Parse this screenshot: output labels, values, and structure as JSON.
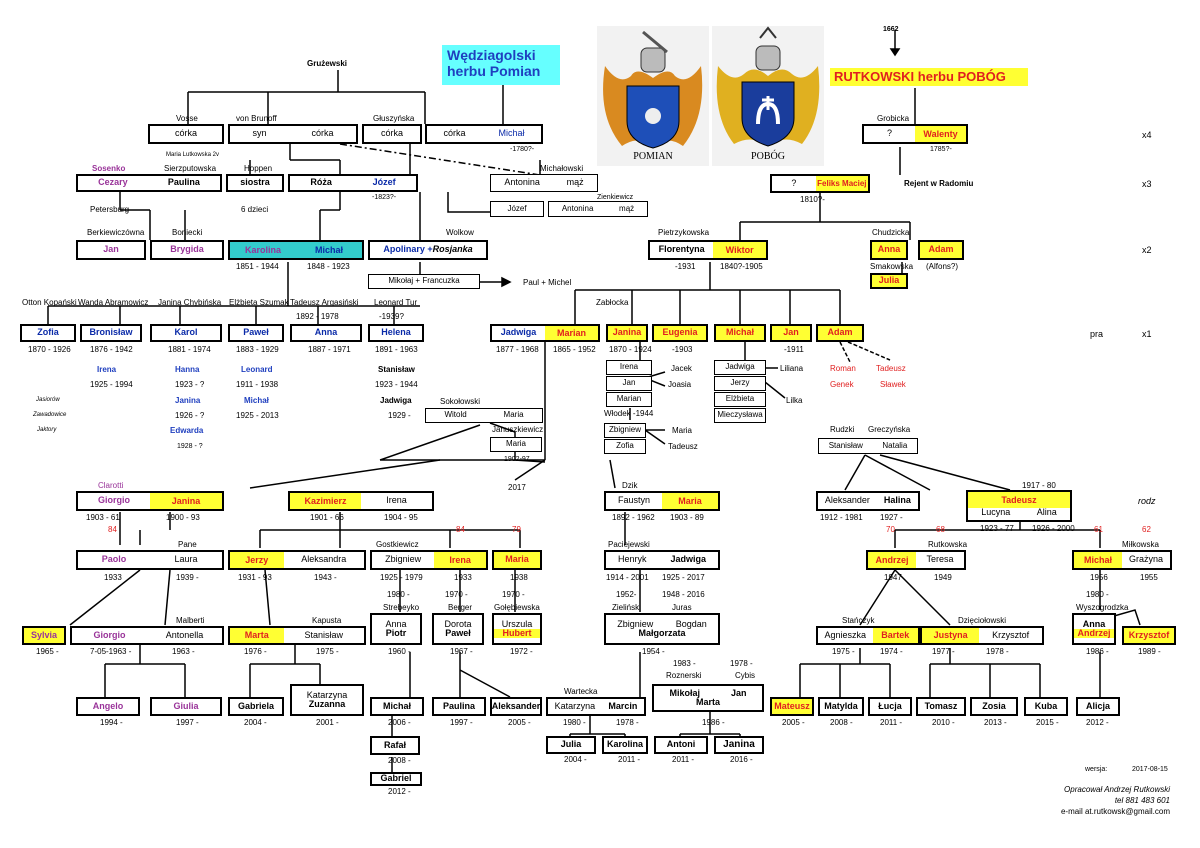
{
  "titles": {
    "wedziagolski": "Wędziagolski herbu Pomian",
    "rutkowski": "RUTKOWSKI herbu POBÓG",
    "year1662": "1662",
    "gruzewski": "Grużewski"
  },
  "crests": {
    "pomian": "POMIAN",
    "pobog": "POBÓG"
  },
  "gen_markers": {
    "x4": "x4",
    "x3": "x3",
    "x2": "x2",
    "x1": "x1",
    "pra": "pra",
    "rodz": "rodz"
  },
  "labels": {
    "vosse": "Vosse",
    "vonbrunoff": "von Brunoff",
    "gluszynska": "Głuszyńska",
    "d1780": "-1780?-",
    "marialutkowska": "Maria Lutkowska 2v",
    "sosenko": "Sosenko",
    "sierzputowska": "Sierzputowska",
    "hoppen": "Hoppen",
    "michalowski": "Michałowski",
    "d1823": "-1823?-",
    "zienkiewicz": "Zienkiewicz",
    "petersburg": "Petersburg",
    "dzieci6": "6 dzieci",
    "berkiewiczowna": "Berkiewiczówna",
    "boniecki": "Boniecki",
    "wolkow": "Wolkow",
    "d1851": "1851 - 1944",
    "d1848": "1848 - 1923",
    "paulmichel": "Paul + Michel",
    "grobicka": "Grobicka",
    "d1785": "1785?-",
    "rejent": "Rejent w Radomiu",
    "d1810": "1810?-",
    "pietrzykowska": "Pietrzykowska",
    "chudzicka": "Chudzicka",
    "smakowska": "Smakowska",
    "alfons": "(Alfons?)",
    "d1931": "-1931",
    "d1840": "1840?-1905",
    "otton": "Otton Kopański",
    "wanda": "Wanda Abramowicz",
    "janina_ch": "Janina Chybińska",
    "elzbieta_sz": "Elżbieta Szumak",
    "tadeusz_ar": "Tadeusz Argasiński",
    "leonard_tur": "Leonard Tur",
    "zablocka": "Zabłocka",
    "d1892": "1892 - 1978",
    "d1939": "-1939?",
    "d1870a": "1870 - 1926",
    "d1876": "1876 - 1942",
    "d1881": "1881 - 1974",
    "d1883": "1883 - 1929",
    "d1887": "1887 - 1971",
    "d1891": "1891 - 1963",
    "d1877": "1877 - 1968",
    "d1865": "1865 - 1952",
    "d1870b": "1870 - 1924",
    "d1903a": "-1903",
    "d1911": "-1911",
    "irena_b": "Irena",
    "d1925": "1925 - 1994",
    "hanna_k": "Hanna",
    "d1923": "1923 - ?",
    "janina_k": "Janina",
    "d1926": "1926 - ?",
    "edwarda": "Edwarda",
    "d1928": "1928 - ?",
    "leonard_p": "Leonard",
    "d1911b": "1911 - 1938",
    "michal_p": "Michał",
    "d1925b": "1925 - 2013",
    "stanislaw_h": "Stanisław",
    "d1923b": "1923 - 1944",
    "jadwiga_h": "Jadwiga",
    "d1929": "1929 -",
    "jasiorow": "Jasiorów",
    "zawadowice": "Zawadowice",
    "jaktory": "Jaktory",
    "sokolowski": "Sokołowski",
    "januszkiewicz": "Januszkiewicz",
    "d1902": "1902-97",
    "wlodek": "Włodek -1944",
    "jacek": "Jacek",
    "joasia": "Joasia",
    "maria_z": "Maria",
    "tadeusz_z": "Tadeusz",
    "liliana": "Liliana",
    "lilka": "Lilka",
    "roman": "Roman",
    "tadeusz_r": "Tadeusz",
    "genek": "Genek",
    "slawek": "Sławek",
    "rudzki": "Rudzki",
    "greczynska": "Greczyńska",
    "clarotti": "Clarotti",
    "y2017": "2017",
    "dzik": "Dzik",
    "d1917": "1917 - 80",
    "d1903b": "1903 - 61",
    "d1900": "1900 - 93",
    "d1901": "1901 - 66",
    "d1904": "1904 - 95",
    "d1892b": "1892 - 1962",
    "d1903c": "1903 - 89",
    "d1912": "1912 - 1981",
    "d1927": "1927 -",
    "d1923c": "1923 - 77",
    "d1926b": "1926 - 2000",
    "n84a": "84",
    "n84b": "84",
    "n79": "79",
    "n70": "70",
    "n68": "68",
    "n61": "61",
    "n62": "62",
    "pane": "Pane",
    "gostkiewicz": "Gostkiewicz",
    "paciejewski": "Paciejewski",
    "rutkowska": "Rutkowska",
    "milkowska": "Miłkowska",
    "d1933": "1933",
    "d1939b": "1939 -",
    "d1931b": "1931 - 93",
    "d1943": "1943 -",
    "d1925c": "1925 - 1979",
    "d1933b": "1933",
    "d1938": "1938",
    "d1914": "1914 - 2001",
    "d1925d": "1925 - 2017",
    "d1947": "1947",
    "d1949": "1949",
    "d1956": "1956",
    "d1955": "1955",
    "d1980a": "1980 -",
    "d1970a": "1970 -",
    "d1970b": "1970 -",
    "strebeyko": "Strebeyko",
    "berger": "Berger",
    "golebiewska": "Gołębiewska",
    "d1952": "1952-",
    "d1948": "1948 - 2016",
    "zielinski": "Zieliński",
    "juras": "Juras",
    "malberti": "Malberti",
    "kapusta": "Kapusta",
    "stanczyk": "Stańczyk",
    "dzieciolowski": "Dzięciołowski",
    "d1980b": "1980 -",
    "wyszogrodzka": "Wyszogrodzka",
    "d1965": "1965 -",
    "d1963": "7-05-1963 -",
    "d1963b": "1963 -",
    "d1976": "1976 -",
    "d1975": "1975 -",
    "d1960": "1960 -",
    "d1967": "1967 -",
    "d1972": "1972 -",
    "d1954": "1954 -",
    "d1975b": "1975 -",
    "d1974": "1974 -",
    "d1977": "1977 -",
    "d1978": "1978 -",
    "d1986": "1986 -",
    "d1989": "1989 -",
    "d1983": "1983 -",
    "roznerski": "Roznerski",
    "d1978b": "1978 -",
    "cybis": "Cybis",
    "wartecka": "Wartecka",
    "d1994": "1994 -",
    "d1997": "1997 -",
    "d2004": "2004 -",
    "d2001": "2001 -",
    "d2006": "2006 -",
    "d1997b": "1997 -",
    "d2005": "2005 -",
    "d1980c": "1980 -",
    "d1978c": "1978 -",
    "d1986b": "1986 -",
    "d2005b": "2005 -",
    "d2008": "2008 -",
    "d2011": "2011 -",
    "d2010": "2010 -",
    "d2013": "2013 -",
    "d2015": "2015 -",
    "d2012": "2012 -",
    "d2008b": "2008 -",
    "d2012b": "2012 -",
    "d2004b": "2004 -",
    "d2011b": "2011 -",
    "d2011c": "2011 -",
    "d2016": "2016 -",
    "wersja": "wersja:",
    "wersja_date": "2017-08-15",
    "credit1": "Opracował Andrzej Rutkowski",
    "credit2": "tel 881 483 601",
    "credit3": "e-mail at.rutkowsk@gmail.com"
  },
  "boxes": {
    "corka1": "córka",
    "syn": "syn",
    "corka2": "córka",
    "corka3": "córka",
    "corka4": "córka",
    "michal_w": "Michał",
    "q1": "?",
    "walenty": "Walenty",
    "cezary": "Cezary",
    "paulina": "Paulina",
    "siostra": "siostra",
    "roza": "Róża",
    "jozef_w": "Józef",
    "antonina": "Antonina",
    "maz": "mąż",
    "jozef2": "Józef",
    "antonina2": "Antonina",
    "maz2": "mąż",
    "q2": "?",
    "feliks": "Feliks Maciej",
    "jan_b": "Jan",
    "brygida": "Brygida",
    "karolina": "Karolina",
    "michal2": "Michał",
    "apolinary": "Apolinary + ",
    "rosjanka": "Rosjanka",
    "mikolaj": "Mikołaj + Francuzka",
    "florentyna": "Florentyna",
    "wiktor": "Wiktor",
    "anna_c": "Anna",
    "adam_c": "Adam",
    "julia_c": "Julia",
    "zofia": "Zofia",
    "bronislaw": "Bronisław",
    "karol": "Karol",
    "pawel": "Paweł",
    "anna_p": "Anna",
    "helena": "Helena",
    "jadwiga": "Jadwiga",
    "marian": "Marian",
    "janina_r": "Janina",
    "eugenia": "Eugenia",
    "michal_r": "Michał",
    "jan_r": "Jan",
    "adam_r": "Adam",
    "irena_l": "Irena",
    "jan_l": "Jan",
    "marian_l": "Marian",
    "jadwiga_l": "Jadwiga",
    "jerzy_l": "Jerzy",
    "elzbieta_l": "Elżbieta",
    "mieczyslawa": "Mieczysława",
    "witold": "Witold",
    "maria_s": "Maria",
    "maria_j": "Maria",
    "zbigniew_l": "Zbigniew",
    "zofia_l": "Zofia",
    "stanislaw_r": "Stanisław",
    "natalia": "Natalia",
    "giorgio": "Giorgio",
    "janina_c": "Janina",
    "kazimierz": "Kazimierz",
    "irena_k": "Irena",
    "faustyn": "Faustyn",
    "maria_d": "Maria",
    "aleksander_h": "Aleksander",
    "halina": "Halina",
    "tadeusz_b": "Tadeusz",
    "lucyna": "Lucyna",
    "alina": "Alina",
    "paolo": "Paolo",
    "laura": "Laura",
    "jerzy": "Jerzy",
    "aleksandra": "Aleksandra",
    "zbigniew_i": "Zbigniew",
    "irena_g": "Irena",
    "maria_g": "Maria",
    "henryk": "Henryk",
    "jadwiga_p": "Jadwiga",
    "andrzej": "Andrzej",
    "teresa": "Teresa",
    "michal_m": "Michał",
    "grazyna": "Grażyna",
    "sylvia": "Sylvia",
    "giorgio2": "Giorgio",
    "antonella": "Antonella",
    "marta_k": "Marta",
    "stanislaw_k": "Stanisław",
    "anna_s": "Anna",
    "piotr": "Piotr",
    "dorota": "Dorota",
    "pawel_b": "Paweł",
    "urszula": "Urszula",
    "hubert": "Hubert",
    "zbigniew_z": "Zbigniew",
    "bogdan": "Bogdan",
    "malgorzata": "Małgorzata",
    "agnieszka": "Agnieszka",
    "bartek": "Bartek",
    "justyna": "Justyna",
    "krzysztof_d": "Krzysztof",
    "anna_w": "Anna",
    "andrzej_w": "Andrzej",
    "krzysztof_m": "Krzysztof",
    "angelo": "Angelo",
    "giulia": "Giulia",
    "gabriela": "Gabriela",
    "katarzyna_z": "Katarzyna",
    "zuzanna": "Zuzanna",
    "michal_s": "Michał",
    "paulina_b": "Paulina",
    "aleksander_u": "Aleksander",
    "katarzyna_m": "Katarzyna",
    "marcin": "Marcin",
    "mikolaj_r": "Mikołaj",
    "jan_c": "Jan",
    "marta_c": "Marta",
    "mateusz": "Mateusz",
    "matylda": "Matylda",
    "lucja": "Łucja",
    "tomasz": "Tomasz",
    "zosia": "Zosia",
    "kuba": "Kuba",
    "alicja": "Alicja",
    "rafal": "Rafał",
    "gabriel": "Gabriel",
    "julia_m": "Julia",
    "karolina_m": "Karolina",
    "antoni": "Antoni",
    "janina_c2": "Janina"
  }
}
